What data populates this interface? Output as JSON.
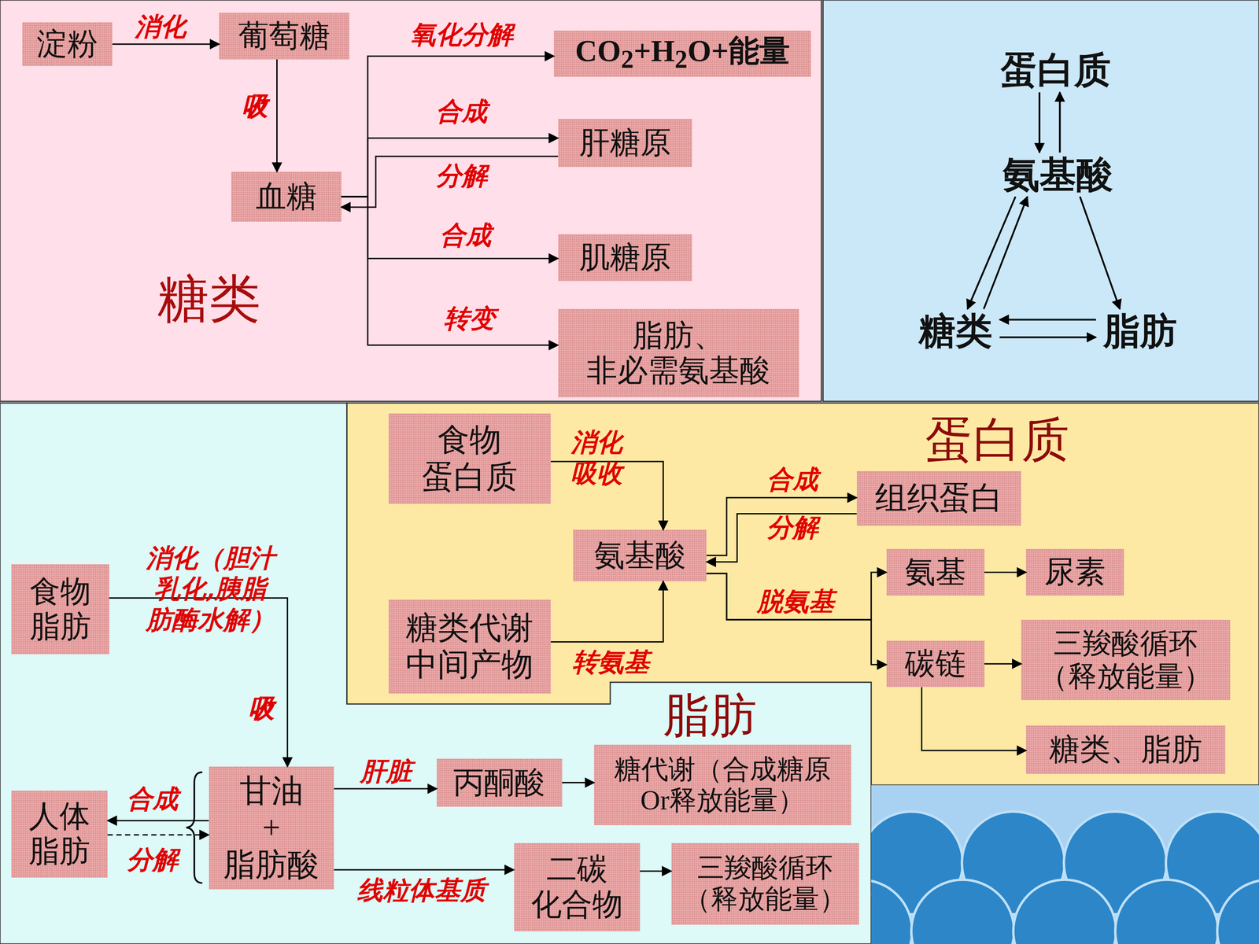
{
  "diagram": {
    "nodes": [
      {
        "text": [
          "淀粉"
        ]
      },
      {
        "text": [
          "葡萄糖"
        ]
      },
      {
        "text": [
          "CO2+H2O+能量"
        ]
      },
      {
        "text": [
          "肝糖原"
        ]
      },
      {
        "text": [
          "血糖"
        ]
      },
      {
        "text": [
          "肌糖原"
        ]
      },
      {
        "text": [
          "脂肪、 非必需氨基酸"
        ]
      },
      {
        "text": [
          "蛋白质"
        ]
      },
      {
        "text": [
          "氨基酸"
        ]
      },
      {
        "text": [
          "糖类"
        ]
      },
      {
        "text": [
          "脂肪"
        ]
      },
      {
        "text": [
          "食物 蛋白质"
        ]
      },
      {
        "text": [
          "氨基酸"
        ]
      },
      {
        "text": [
          "组织蛋白"
        ]
      },
      {
        "text": [
          "氨基"
        ]
      },
      {
        "text": [
          "尿素"
        ]
      },
      {
        "text": [
          "食物 脂肪"
        ]
      },
      {
        "text": [
          "糖类代谢 中间产物"
        ]
      },
      {
        "text": [
          "碳链"
        ]
      },
      {
        "text": [
          "三羧酸循环 （释放能量）"
        ]
      },
      {
        "text": [
          "糖类、脂肪"
        ]
      },
      {
        "text": [
          "甘油 + 脂肪酸"
        ]
      },
      {
        "text": [
          "丙酮酸"
        ]
      },
      {
        "text": [
          "糖代谢（合成糖原 Or释放能量）"
        ]
      },
      {
        "text": [
          "人体 脂肪"
        ]
      },
      {
        "text": [
          "二碳 化合物"
        ]
      },
      {
        "text": [
          "三羧酸循环 （释放能量）"
        ]
      }
    ],
    "edges": [
      {
        "from": 0,
        "to": 1,
        "arrow": "to",
        "label": "消化"
      },
      {
        "from": 1,
        "to": 4,
        "arrow": "to",
        "label": "吸收"
      },
      {
        "from": 4,
        "to": 2,
        "arrow": "to",
        "label": "氧化分解"
      },
      {
        "from": 4,
        "to": 3,
        "arrow": "to",
        "label": "合成"
      },
      {
        "from": 3,
        "to": 4,
        "arrow": "to",
        "label": "分解"
      },
      {
        "from": 4,
        "to": 5,
        "arrow": "to",
        "label": "合成"
      },
      {
        "from": 4,
        "to": 6,
        "arrow": "to",
        "label": "转变"
      },
      {
        "from": 7,
        "to": 8,
        "arrow": "to"
      },
      {
        "from": 8,
        "to": 7,
        "arrow": "to"
      },
      {
        "from": 8,
        "to": 9,
        "arrow": "to"
      },
      {
        "from": 9,
        "to": 8,
        "arrow": "to"
      },
      {
        "from": 8,
        "to": 10,
        "arrow": "to"
      },
      {
        "from": 10,
        "to": 9,
        "arrow": "to"
      },
      {
        "from": 9,
        "to": 10,
        "arrow": "to"
      },
      {
        "from": 11,
        "to": 12,
        "arrow": "to",
        "label": "消化 吸收"
      },
      {
        "from": 17,
        "to": 12,
        "arrow": "to",
        "label": "转氨基"
      },
      {
        "from": 12,
        "to": 13,
        "arrow": "to",
        "label": "合成"
      },
      {
        "from": 13,
        "to": 12,
        "arrow": "to",
        "label": "分解"
      },
      {
        "from": 12,
        "to": 14,
        "arrow": "to",
        "label": "脱氨基"
      },
      {
        "from": 12,
        "to": 18,
        "arrow": "to"
      },
      {
        "from": 14,
        "to": 15,
        "arrow": "to"
      },
      {
        "from": 18,
        "to": 19,
        "arrow": "to"
      },
      {
        "from": 18,
        "to": 20,
        "arrow": "to"
      },
      {
        "from": 16,
        "to": 21,
        "arrow": "to",
        "label": "消化（胆汁 乳化,胰脂 肪酶水解）"
      },
      {
        "from": 21,
        "to": 24,
        "arrow": "to",
        "label": "合成"
      },
      {
        "from": 24,
        "to": 21,
        "arrow": "to",
        "label": "分解"
      },
      {
        "from": 21,
        "to": 22,
        "arrow": "to",
        "label": "肝脏"
      },
      {
        "from": 22,
        "to": 23,
        "arrow": "to"
      },
      {
        "from": 21,
        "to": 25,
        "arrow": "to",
        "label": "线粒体基质"
      },
      {
        "from": 25,
        "to": 26,
        "arrow": "to"
      }
    ],
    "labels": [
      "糖类",
      "蛋白质",
      "脂肪",
      "吸收"
    ]
  }
}
